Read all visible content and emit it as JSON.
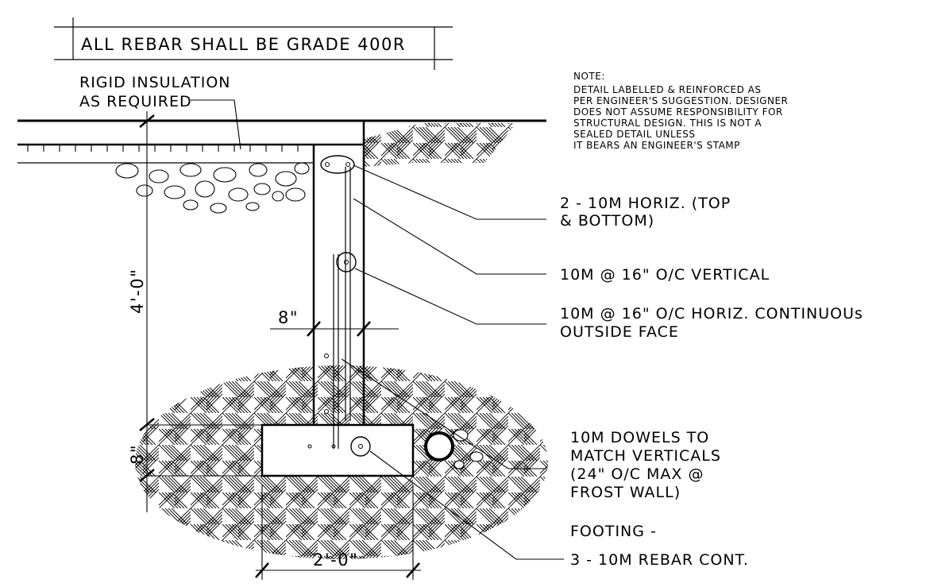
{
  "title_note": "ALL REBAR SHALL BE GRADE 400R",
  "insulation_label": [
    "RIGID INSULATION",
    "AS REQUIRED"
  ],
  "note": [
    "NOTE:",
    "DETAIL LABELLED & REINFORCED AS",
    "PER ENGINEER'S SUGGESTION. DESIGNER",
    "DOES NOT ASSUME RESPONSIBILITY FOR",
    "STRUCTURAL DESIGN. THIS IS NOT A",
    "SEALED DETAIL UNLESS",
    "IT BEARS AN ENGINEER'S STAMP"
  ],
  "callouts": {
    "horiz_top_bottom": [
      "2 - 10M HORIZ. (TOP",
      "& BOTTOM)"
    ],
    "vertical": [
      "10M @ 16\" O/C VERTICAL"
    ],
    "horiz_continuous": [
      "10M @ 16\" O/C HORIZ. CONTINUOUs",
      "OUTSIDE FACE"
    ],
    "dowels": [
      "10M DOWELS TO",
      "MATCH VERTICALS",
      "(24\" O/C MAX @",
      "FROST WALL)"
    ],
    "footing": [
      "FOOTING -",
      "3 - 10M REBAR CONT."
    ]
  },
  "dimensions": {
    "wall_height": "4'-0\"",
    "wall_thickness": "8\"",
    "footing_height": "8\"",
    "footing_width": "2'-0\""
  }
}
